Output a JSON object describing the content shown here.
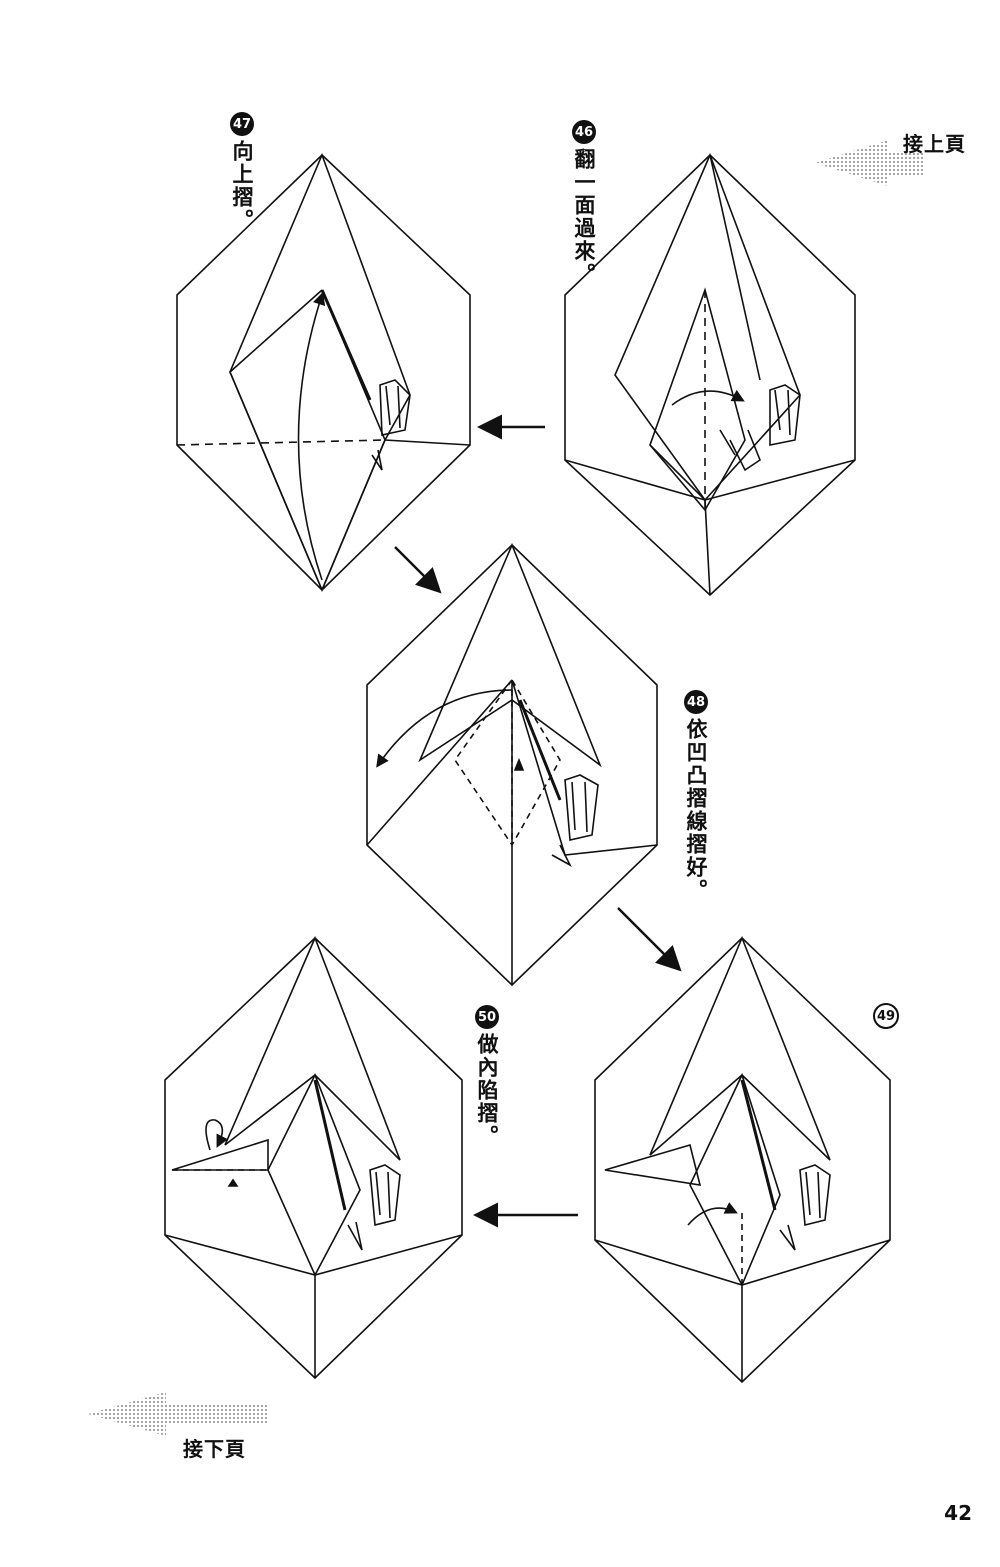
{
  "nav": {
    "prev_label": "接上頁",
    "next_label": "接下頁"
  },
  "steps": [
    {
      "number": "46",
      "text": "翻一面過來。"
    },
    {
      "number": "47",
      "text": "向上摺。"
    },
    {
      "number": "48",
      "text": "依凹凸摺線摺好。"
    },
    {
      "number": "49",
      "text": ""
    },
    {
      "number": "50",
      "text": "做內陷摺。"
    }
  ],
  "page_number": "42"
}
